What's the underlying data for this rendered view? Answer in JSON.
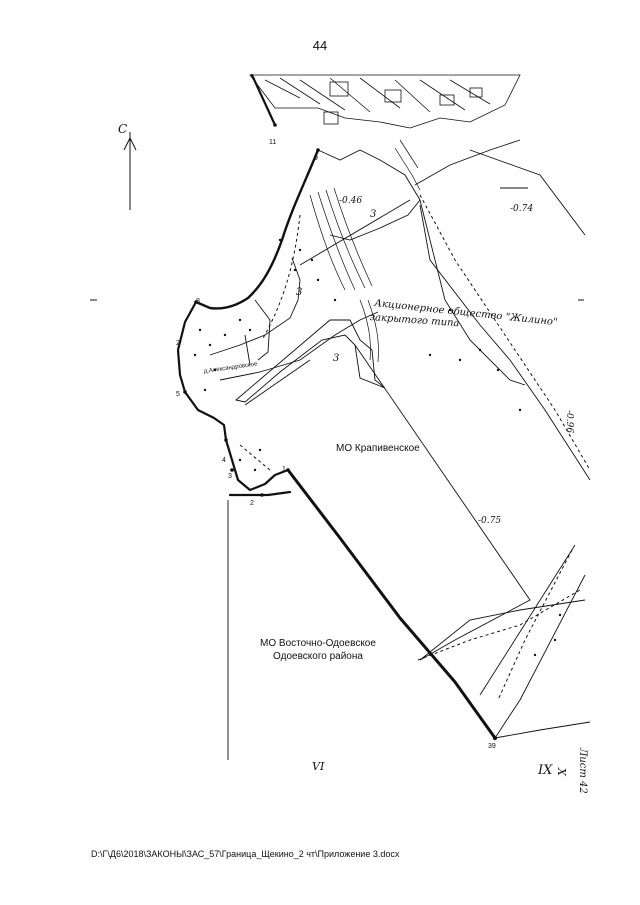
{
  "page": {
    "number": "44"
  },
  "map": {
    "zone_labels": {
      "krapivenskoe": "МО Крапивенское",
      "vostochno_odoevskoe": [
        "МО Восточно-Одоевское",
        "Одоевского района"
      ]
    },
    "handwritten": {
      "company_line1": "Акционерное общество \"Жилино\"",
      "company_line2": "закрытого типа",
      "sheet": "Лист 42",
      "minus_096": "-0.96",
      "north": "С",
      "parcel_3a": "3",
      "parcel_3b": "3",
      "parcel_3c": "3",
      "elev_046": "-0.46",
      "elev_074": "-0.74",
      "elev_075": "-0.75",
      "roman_vi": "VI",
      "roman_ix": "IX",
      "roman_x": "X"
    },
    "village_label": "д.Александровское",
    "boundary_points": [
      "11",
      "9",
      "8",
      "2",
      "5",
      "4",
      "3",
      "1",
      "2",
      "39"
    ],
    "colors": {
      "ink": "#111111",
      "paper": "#ffffff"
    }
  },
  "footer": {
    "path": "D:\\Г\\Д6\\2018\\ЗАКОНЫ\\ЗАС_57\\Граница_Щекино_2 чт\\Приложение 3.docx"
  }
}
